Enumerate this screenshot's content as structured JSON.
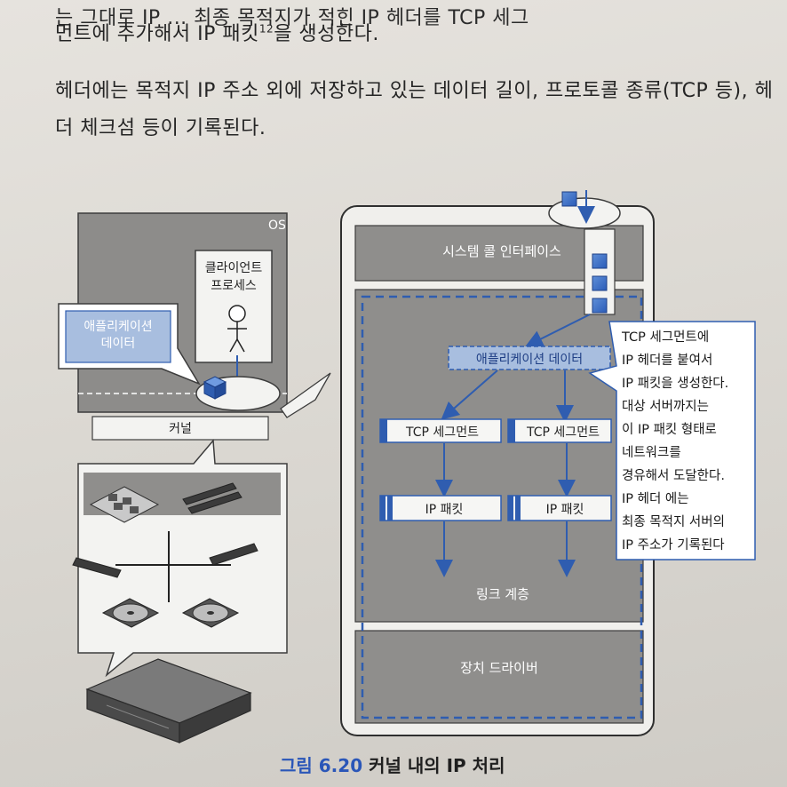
{
  "text": {
    "line1": "는 그대로 IP ... 최종 목적지가 적힌 IP 헤더를 TCP 세그",
    "line2_a": "먼트에 추가해서 IP 패킷",
    "line2_sup": "12",
    "line2_b": "을 생성한다.",
    "line3": "헤더에는 목적지 IP 주소 외에 저장하고 있는 데이터 길이, 프로토콜 종류(TCP 등), 헤",
    "line4": "더 체크섬 등이 기록된다."
  },
  "figure": {
    "os_label": "OS",
    "client_process_line1": "클라이언트",
    "client_process_line2": "프로세스",
    "app_data_callout_line1": "애플리케이션",
    "app_data_callout_line2": "데이터",
    "kernel_label": "커널",
    "syscall_interface": "시스템 콜 인터페이스",
    "app_data_box": "애플리케이션 데이터",
    "tcp_segment_1": "TCP 세그먼트",
    "tcp_segment_2": "TCP 세그먼트",
    "ip_packet_1": "IP 패킷",
    "ip_packet_2": "IP 패킷",
    "link_layer": "링크 계층",
    "device_driver": "장치 드라이버",
    "note_lines": [
      "TCP 세그먼트에",
      "IP 헤더를 붙여서",
      "IP 패킷을 생성한다.",
      "대상 서버까지는",
      "이 IP 패킷 형태로",
      "네트워크를",
      "경유해서 도달한다.",
      "IP 헤더 에는",
      "최종 목적지 서버의",
      "IP 주소가 기록된다"
    ]
  },
  "caption": {
    "prefix": "그림 6.20",
    "title": "커널 내의 IP 처리"
  },
  "colors": {
    "accent_blue": "#2f5db0",
    "panel_gray": "#8f8e8c",
    "light_blue": "#9fb6d6"
  }
}
